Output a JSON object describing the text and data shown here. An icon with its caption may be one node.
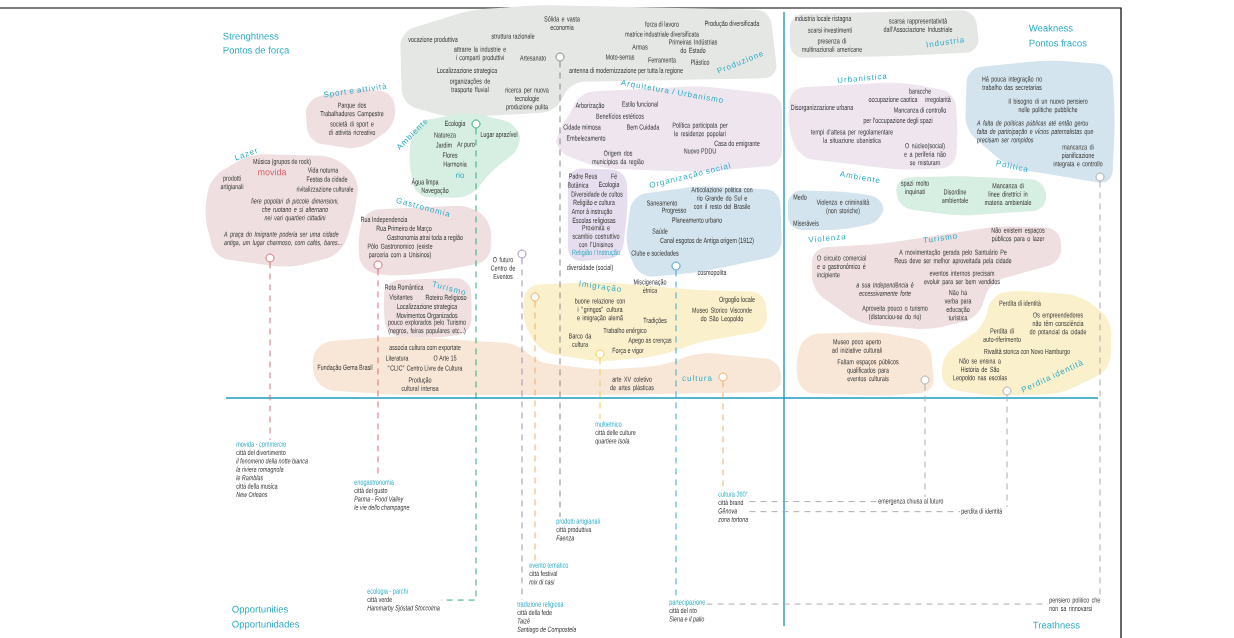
{
  "diagram": {
    "nodes": [
      {
        "text": [
          "Produzione",
          "Sólida e vasta economia",
          "vocazione produttiva",
          "struttura razionale",
          "attrarre la industrie e i comparti produttivi",
          "Artesanato",
          "Localizzazione strategica",
          "antenna di modernizzazione per tutta la regione",
          "organizações de trasporte fluvial",
          "ricerca per nuova tecnologie produzione pulita",
          "forza di lavoro",
          "Produção diversificada",
          "matrice industriale diversificata",
          "Primeiras Indústrias do Estado",
          "Armas",
          "Moto-serras",
          "Ferramenta",
          "Plástico"
        ]
      },
      {
        "text": [],
        "shape": "circle",
        "in": 0
      },
      {
        "text": [
          "Industria",
          "industria locale ristagna",
          "scarsa rappresentatività dall'Associazione Industriale",
          "scarsi investimenti",
          "presenza di multinazionali americane"
        ]
      },
      {
        "text": [
          "Sport e attività",
          "Parque dos Trabalhadores Campestre",
          "società di sport e di attività ricreativo"
        ]
      },
      {
        "text": [
          "Ambiente",
          "Ecologia",
          "Natureza",
          "Lugar aprazível",
          "Jardim",
          "Ar puro",
          "Flores",
          "Harmonia",
          "rio",
          "Água limpa",
          "Navegação"
        ]
      },
      {
        "text": [],
        "shape": "circle",
        "in": 4
      },
      {
        "text": [
          "Arquitetura / Urbanismo",
          "Estilo funcional",
          "Arborização",
          "Benefícios estéticos",
          "Cidade mimosa",
          "Bem Cuidada",
          "Política participata per le residenze popolari",
          "Embelezamento",
          "Casa do emigrante",
          "Nuovo PDDU",
          "Origem dos municípios da região"
        ]
      },
      {
        "text": [
          "Lazer",
          "Música (grupos de rock)",
          "movida",
          "Vida noturna",
          "prodotti artigianali",
          "Festas da cidade",
          "rivitalizzazione culturale",
          "fiere popolari di piccole dimensioni, che ruotano e si alternano nei vari quartieri cittadini",
          "A praça do Imigrante poderia ser uma cidade antiga, um lugar charmoso, com cafés, bares..."
        ]
      },
      {
        "text": [],
        "shape": "circle",
        "in": 7
      },
      {
        "text": [
          "Religião / Instrução",
          "Padre Reus",
          "Botânica",
          "Diversidade de cultos",
          "Ecologia",
          "Religião e cultura",
          "Fé",
          "Amor à instrução",
          "Escolas religiosas",
          "Proximità e scambio costruttivo con l'Unisinos"
        ]
      },
      {
        "text": [
          "Gastronomia",
          "Rua Independencia",
          "Rua Primeiro de Março",
          "Gastronomia atrai toda a região",
          "Pólo Gastronomico (existe parceria com a Unisinos)"
        ]
      },
      {
        "text": [],
        "shape": "circle",
        "in": 10
      },
      {
        "text": [
          "Organização social",
          "Articolazione politica con rio Grande do Sul e con il resto del Brasile",
          "Saneamento",
          "Progresso",
          "Planeamento urbano",
          "Saúde",
          "Canal esgotos de Antiga origem (1912)",
          "Clube e sociedades"
        ]
      },
      {
        "text": [],
        "shape": "circle",
        "in": 12
      },
      {
        "text": [
          "Turismo",
          "Rota Romântica",
          "Visitantes",
          "Roteiro Religioso",
          "Localizzazione strategica",
          "Movimentos Organizados",
          "pouco explorados pelo Turismo (negros, feiras populares etc...)"
        ]
      },
      {
        "text": [],
        "shape": "circle"
      },
      {
        "text": [
          "Imigração",
          "buone relazione con i \"gringos\" cultura e imigração alemã",
          "Orgoglio locale",
          "Museo Storico Visconde do São Leopoldo",
          "Tradições",
          "Trabalho enérgico",
          "Barco da cultura",
          "Apego as crenças",
          "Força e vigor"
        ]
      },
      {
        "text": [],
        "shape": "circle",
        "in": 16
      },
      {
        "text": [],
        "shape": "circle",
        "in": 16
      },
      {
        "text": [
          "cultura",
          "associa cultura com exportate",
          "Literatura",
          "Fundação Gema Brasil",
          "\"CLIC\" Centro Livre de Cultura",
          "O Arte 15",
          "Produção cultural intensa",
          "arte XV coletivo de artes plásticas"
        ]
      },
      {
        "text": [],
        "shape": "circle",
        "in": 19
      },
      {
        "text": [
          "Urbanistica",
          "baracche",
          "occupazione caotica",
          "irregolarità",
          "Disorganizzazione urbana",
          "Mancanza di controllo",
          "per l'occupazione degli spazi",
          "tempi d'attesa per regolamentare la situazione ubanistica",
          "O núcleo(social) e a periferia não se misturam"
        ]
      },
      {
        "text": [
          "Politica",
          "Há pouca integração no trabalho das secretarias",
          "Il bisogno di un nuovo pensiero nelle politiche pubbliche",
          "A falta de políticas públicas até então gerou falta de participação e vícios paternalistas que precisam ser rompidos",
          "mancanza di pianificazione integrata e controllo"
        ]
      },
      {
        "text": [],
        "shape": "circle",
        "in": 22
      },
      {
        "text": [
          "Ambiente",
          "spazi molto inquinati",
          "Disordine ambientale",
          "Mancanza di linee direttrici in materia ambientale"
        ]
      },
      {
        "text": [
          "Violenza",
          "Medo",
          "Violenza e criminalità (non storiche)",
          "Miseráveis"
        ]
      },
      {
        "text": [
          "Turismo",
          "Não existem espaços públicos para o lazer",
          "A movimentação gerada pelo Santuário Pe Reus deve ser melhor aproveitada pela cidade",
          "O circuito comercial e o gastronômico é incipiente",
          "a sua Independência è eccessivamente forte",
          "eventos internos precisam evoluir para ser bem vendidos",
          "Aproveita pouco o turismo (distanciou-se do rio)",
          "Não há verba para educação turística"
        ]
      },
      {
        "text": [
          "Perdita identità",
          "Perdita di identità",
          "Os empreendedores não têm consciência do potancial da cidade",
          "Perdita di auto-riferimento",
          "Rivalità storica con Novo Hamburgo",
          "Não se ensina a História de São Leopoldo nas escolas"
        ]
      },
      {
        "text": [
          "Museo poco aperto ad iniziative culturali",
          "Faltam espaços públicos qualificados para eventos culturais"
        ]
      },
      {
        "text": [],
        "shape": "circle",
        "in": 28
      },
      {
        "text": [],
        "shape": "circle",
        "in": 27
      },
      {
        "text": [
          "movida - commercio",
          "città del divertimento",
          "il fenomeno della notte bianca",
          "la riviera romagnola",
          "le Ramblas",
          "città della musica",
          "New Orleans"
        ]
      },
      {
        "text": [
          "enogastronomia",
          "città del gusto",
          "Parma - Food Valley",
          "le vie dello champagne"
        ]
      },
      {
        "text": [
          "multietnico",
          "città delle culture",
          "quartiere Isola"
        ]
      },
      {
        "text": [
          "cultura 360°",
          "città brand",
          "Gênova",
          "zona tortona"
        ]
      },
      {
        "text": [
          "emergenza chiusa al futuro"
        ]
      },
      {
        "text": [
          "perdita di identità"
        ]
      },
      {
        "text": [
          "prodotti artigianali",
          "città produttiva",
          "Faenza"
        ]
      },
      {
        "text": [
          "evento tematico",
          "città festival",
          "mix di casi"
        ]
      },
      {
        "text": [
          "ecologia - parchi",
          "città verde",
          "Hammarby Sjöstad Stoccolma"
        ]
      },
      {
        "text": [
          "tradizione religiosa",
          "città della fede",
          "Taizé",
          "Santiago de Compostela"
        ]
      },
      {
        "text": [
          "partecipazione",
          "città del rito",
          "Siena e il palio"
        ]
      },
      {
        "text": [
          "pensiero politico che non sa rinnovarsi"
        ]
      }
    ],
    "edges": [
      {
        "from": 8,
        "to": 31,
        "arrow": "none",
        "style": "dashed",
        "color": "#d9606a"
      },
      {
        "from": 11,
        "to": 32,
        "arrow": "none",
        "style": "dashed",
        "color": "#d9606a"
      },
      {
        "from": 5,
        "to": 39,
        "arrow": "none",
        "style": "dashed",
        "color": "#1aa56c"
      },
      {
        "from": 1,
        "to": 37,
        "arrow": "none",
        "style": "dashed",
        "color": "#7d7d7d"
      },
      {
        "from": 15,
        "to": 40,
        "arrow": "none",
        "style": "dashed",
        "color": "#9b82b8"
      },
      {
        "from": 17,
        "to": 38,
        "arrow": "none",
        "style": "dashed",
        "color": "#f2a55a"
      },
      {
        "from": 13,
        "to": 41,
        "arrow": "none",
        "style": "dashed",
        "color": "#2a9cc4"
      },
      {
        "from": 18,
        "to": 33,
        "arrow": "none",
        "style": "dashed",
        "color": "#f0c846"
      },
      {
        "from": 20,
        "to": 34,
        "arrow": "none",
        "style": "dashed",
        "color": "#f2a55a"
      },
      {
        "from": 29,
        "to": 35,
        "arrow": "none",
        "style": "dashed",
        "color": "#a5a5a5"
      },
      {
        "from": 30,
        "to": 36,
        "arrow": "none",
        "style": "dashed",
        "color": "#a5a5a5"
      },
      {
        "from": 23,
        "to": 42,
        "arrow": "none",
        "style": "dashed",
        "color": "#a5a5a5"
      },
      {
        "from": 34,
        "to": 35,
        "arrow": "none",
        "style": "dashed",
        "color": "#a5a5a5"
      },
      {
        "from": 34,
        "to": 36,
        "arrow": "none",
        "style": "dashed",
        "color": "#a5a5a5"
      },
      {
        "from": 41,
        "to": 42,
        "arrow": "none",
        "style": "dashed",
        "color": "#a5a5a5"
      }
    ],
    "labels": [
      "Strenghtness",
      "Pontos de força",
      "Weakness",
      "Pontos fracos",
      "diversidade (social)",
      "O futuro Centro de Eventos",
      "cosmopolita",
      "Miscigenação étnica",
      "Opportunities",
      "Opportunidades",
      "Treathness"
    ]
  }
}
